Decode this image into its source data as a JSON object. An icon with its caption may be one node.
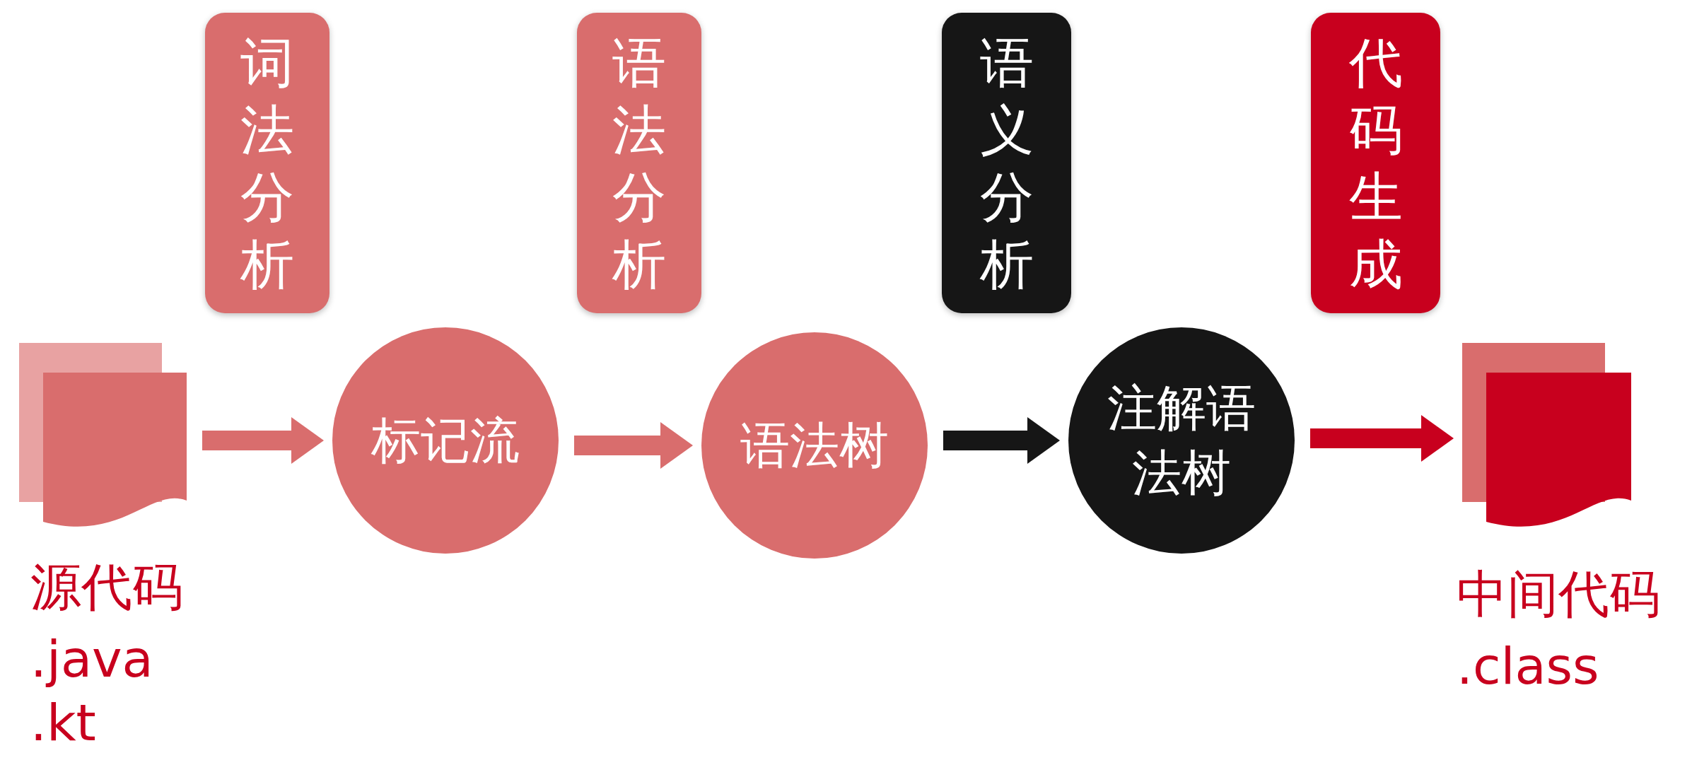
{
  "diagram": {
    "nodes": [
      {
        "text": [
          "词法分析"
        ]
      },
      {
        "text": [
          "语法分析"
        ]
      },
      {
        "text": [
          "语义分析"
        ]
      },
      {
        "text": [
          "代码生成"
        ]
      },
      {
        "text": [],
        "shape": "document",
        "beside": [
          "源代码",
          ".java",
          ".kt"
        ]
      },
      {
        "text": [
          "标记流"
        ]
      },
      {
        "text": [
          "语法树"
        ]
      },
      {
        "text": [
          "注解语法树"
        ]
      },
      {
        "text": [],
        "shape": "document",
        "beside": [
          "中间代码",
          ".class"
        ]
      }
    ],
    "edges": [
      {
        "from": 4,
        "to": 5,
        "arrow": "to"
      },
      {
        "from": 5,
        "to": 6,
        "arrow": "to"
      },
      {
        "from": 6,
        "to": 7,
        "arrow": "to",
        "color": "#161616"
      },
      {
        "from": 7,
        "to": 8,
        "arrow": "to",
        "color": "#c8001e"
      }
    ]
  }
}
